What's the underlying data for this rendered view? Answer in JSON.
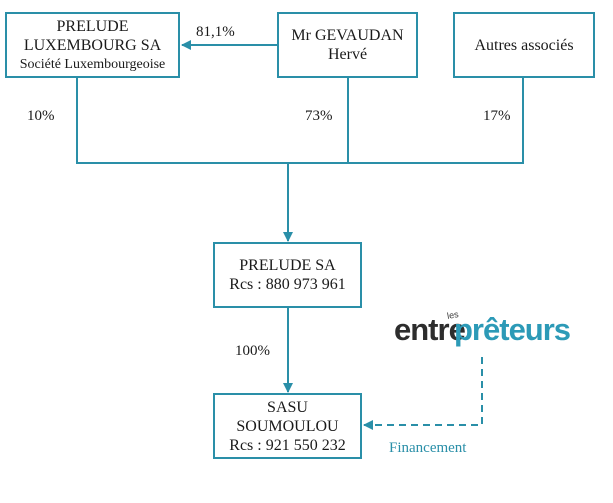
{
  "boxes": {
    "prelude_lux": {
      "line1": "PRELUDE",
      "line2": "LUXEMBOURG SA",
      "line3": "Société Luxembourgeoise"
    },
    "gevaudan": {
      "line1": "Mr GEVAUDAN",
      "line2": "Hervé"
    },
    "autres": {
      "line1": "Autres associés"
    },
    "prelude_sa": {
      "line1": "PRELUDE SA",
      "line2": "Rcs : 880 973 961"
    },
    "sasu": {
      "line1": "SASU",
      "line2": "SOUMOULOU",
      "line3": "Rcs :  921 550 232"
    }
  },
  "percentages": {
    "gevaudan_to_lux": "81,1%",
    "lux": "10%",
    "gevaudan": "73%",
    "autres": "17%",
    "prelude_to_sasu": "100%"
  },
  "logo": {
    "les": "les",
    "part1": "entre",
    "part2": "prêteurs"
  },
  "financement_label": "Financement",
  "colors": {
    "accent": "#2a8fa8",
    "logo_dark": "#2d2d2d",
    "logo_blue": "#2c9ab7"
  }
}
